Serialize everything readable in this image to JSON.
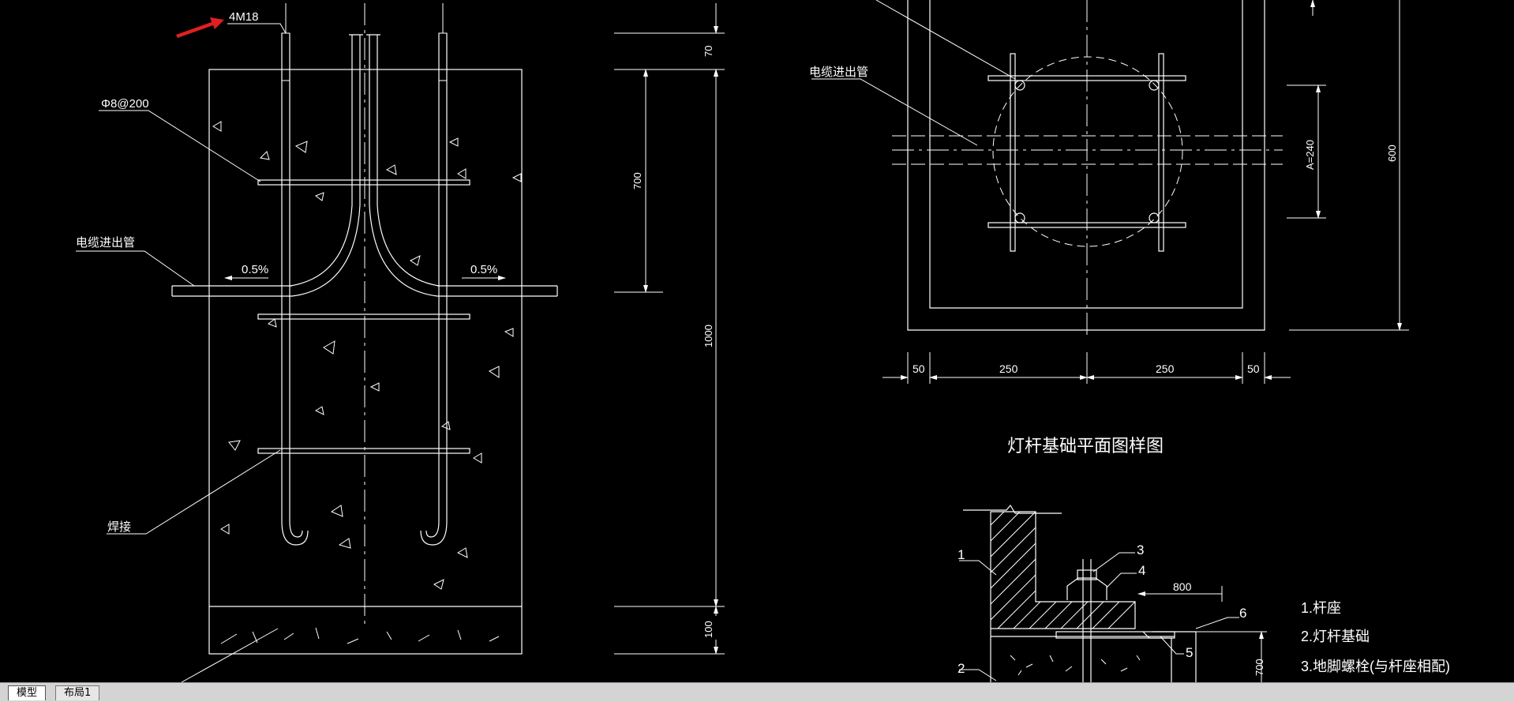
{
  "tabs": {
    "model": "模型",
    "layout": "布局1"
  },
  "section": {
    "bolt_label": "4M18",
    "stirrup_label": "Φ8@200",
    "cable_label": "电缆进出管",
    "slope_left": "0.5%",
    "slope_right": "0.5%",
    "weld_label": "焊接"
  },
  "dims_vertical": {
    "d70": "70",
    "d700": "700",
    "d1000": "1000",
    "d100": "100"
  },
  "plan": {
    "cable_label": "电缆进出管",
    "a_label": "A=240",
    "d600": "600",
    "d50_left": "50",
    "d250_left": "250",
    "d250_right": "250",
    "d50_right": "50",
    "title": "灯杆基础平面图样图"
  },
  "detail": {
    "n1": "1",
    "n2": "2",
    "n3": "3",
    "n4": "4",
    "n5": "5",
    "n6": "6",
    "d800": "800",
    "d700": "700"
  },
  "legend": [
    "1.杆座",
    "2.灯杆基础",
    "3.地脚螺栓(与杆座相配)"
  ],
  "colors": {
    "background": "#000000",
    "lines": "#ffffff",
    "arrow": "#e02020"
  }
}
